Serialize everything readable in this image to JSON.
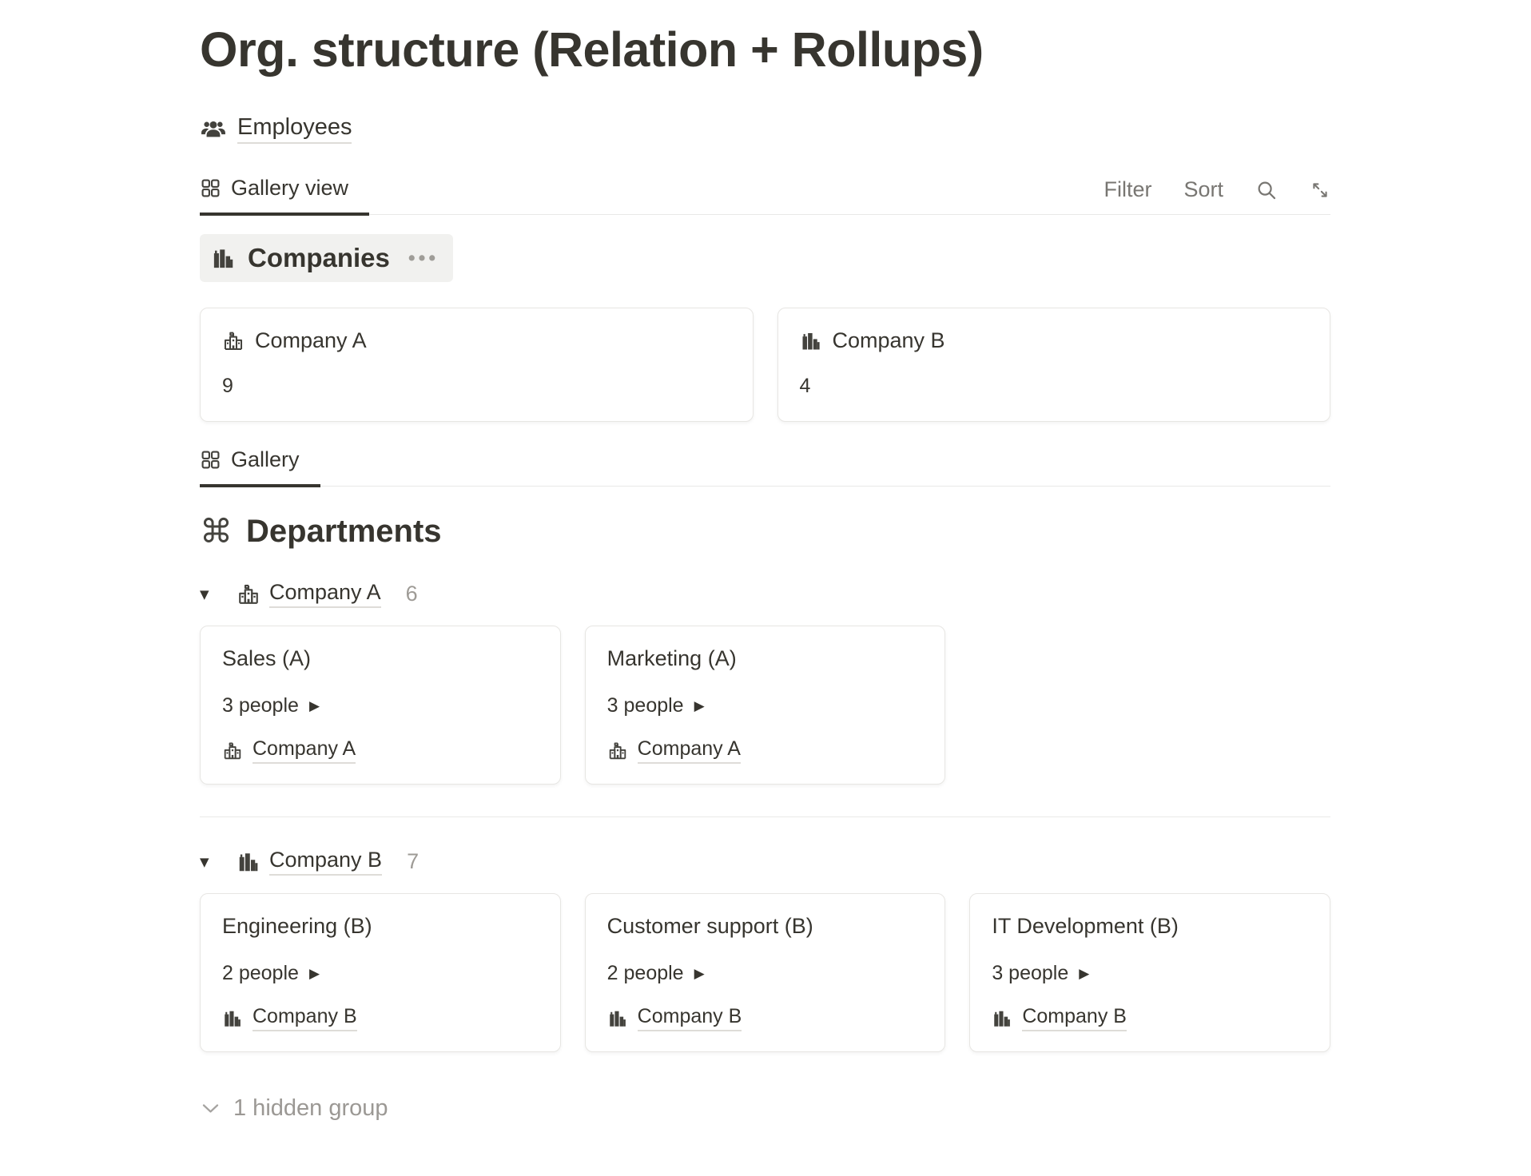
{
  "page_title": "Org. structure (Relation + Rollups)",
  "employees_link": {
    "label": "Employees"
  },
  "toolbar": {
    "view_tab": "Gallery view",
    "filter": "Filter",
    "sort": "Sort"
  },
  "companies": {
    "title": "Companies",
    "menu_dots": "•••",
    "cards": [
      {
        "name": "Company A",
        "rollup_value": "9"
      },
      {
        "name": "Company B",
        "rollup_value": "4"
      }
    ]
  },
  "departments": {
    "view_tab": "Gallery",
    "title": "Departments",
    "groups": [
      {
        "name": "Company A",
        "count": "6",
        "cards": [
          {
            "title": "Sales (A)",
            "people": "3 people",
            "company": "Company A"
          },
          {
            "title": "Marketing (A)",
            "people": "3 people",
            "company": "Company A"
          }
        ]
      },
      {
        "name": "Company B",
        "count": "7",
        "cards": [
          {
            "title": "Engineering (B)",
            "people": "2 people",
            "company": "Company B"
          },
          {
            "title": "Customer support (B)",
            "people": "2 people",
            "company": "Company B"
          },
          {
            "title": "IT Development (B)",
            "people": "3 people",
            "company": "Company B"
          }
        ]
      }
    ],
    "hidden_group": "1 hidden group"
  },
  "glyphs": {
    "command": "⌘",
    "collapse": "▼",
    "expand": "▶"
  },
  "colors": {
    "text": "#37352f",
    "muted_gray": "#787672",
    "count_gray": "#9e9b96",
    "highlight_bg": "#f1f1ef",
    "border": "#e9e9e7"
  }
}
